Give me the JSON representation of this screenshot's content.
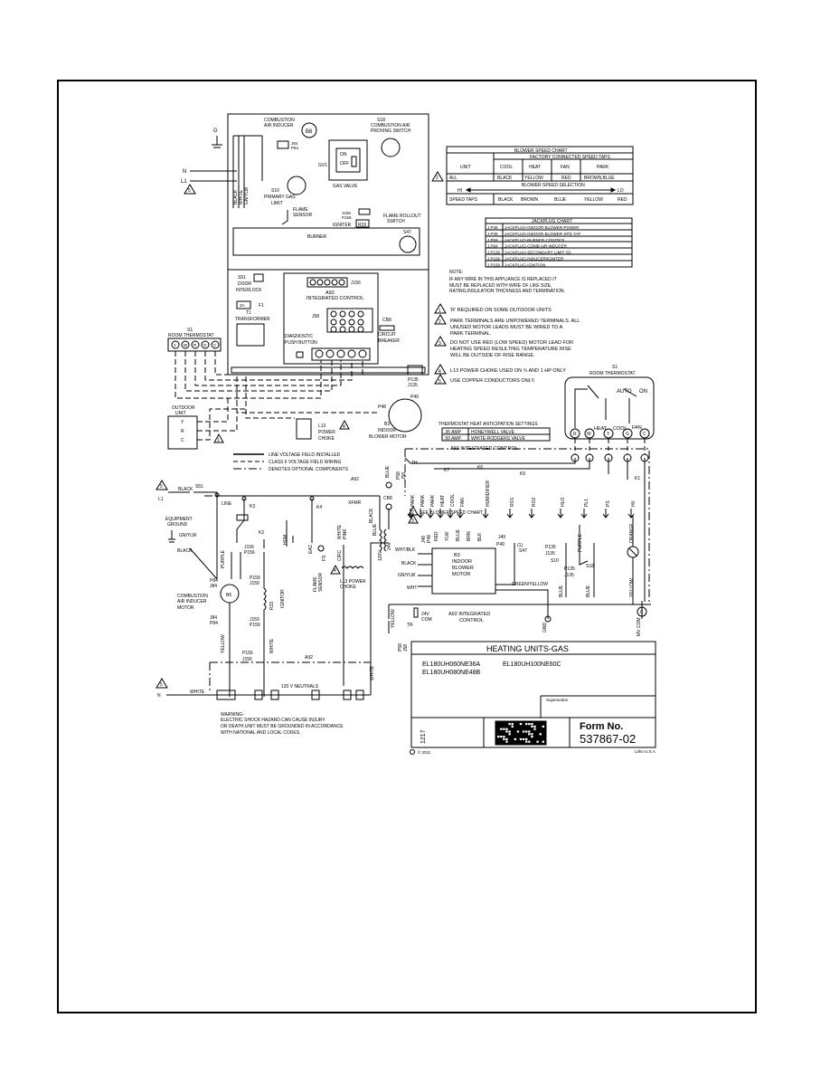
{
  "upper": {
    "ground": "G",
    "n": "N",
    "l1": "L1",
    "wire_labels": [
      "BLACK",
      "WHITE",
      "GN/YLW"
    ],
    "combustion_inducer": [
      "COMBUSTION",
      "AIR INDUCER"
    ],
    "b6": "B6",
    "j84": "J84",
    "p84": "P84",
    "s18": [
      "S18",
      "COMBUSTION AIR",
      "PROVING SWITCH"
    ],
    "gv1": "GV1",
    "on": "ON",
    "off": "OFF",
    "gas_valve": "GAS VALVE",
    "s10": [
      "S10",
      "PRIMARY GAS",
      "LIMIT"
    ],
    "j159": "J159",
    "p159": "P159",
    "flame_sensor": [
      "FLAME",
      "SENSOR"
    ],
    "ignitor": "IGNITER",
    "r33": "R33",
    "flame_rollout": [
      "FLAME ROLLOUT",
      "SWITCH"
    ],
    "burner": "BURNER",
    "s47": "S47",
    "s51": [
      "S51",
      "DOOR",
      "INTERLOCK"
    ],
    "t1_fuse": "3A",
    "f1": "F1",
    "t1": [
      "T1",
      "TRANSFORMER"
    ],
    "j156": "J156",
    "a92": [
      "A92",
      "INTEGRATED CONTROL"
    ],
    "j58": "J58",
    "diag": [
      "DIAGNOSTIC",
      "PUSH BUTTON"
    ],
    "cb8": [
      "CB8",
      "CIRCUIT",
      "BREAKER"
    ],
    "p135": "P135",
    "j135": "J135",
    "s1": [
      "S1",
      "ROOM THERMOSTAT"
    ],
    "s1_terms": [
      "Y",
      "W",
      "R",
      "G",
      "C"
    ],
    "outdoor_unit": [
      "OUTDOOR",
      "UNIT"
    ],
    "outdoor_terms": [
      "Y",
      "R",
      "C"
    ],
    "l13": [
      "L13",
      "POWER",
      "CHOKE"
    ],
    "p48": "P48",
    "p49": "P49",
    "b3": [
      "B3",
      "INDOOR",
      "BLOWER MOTOR"
    ]
  },
  "blower_chart": {
    "title": "BLOWER SPEED CHART",
    "subtitle": "FACTORY CONNECTED SPEED TAPS",
    "unit_col": "UNIT",
    "cols": [
      "COOL",
      "HEAT",
      "FAN",
      "PARK"
    ],
    "row_unit": "ALL",
    "row_vals": [
      "BLACK",
      "YELLOW",
      "RED",
      "BROWN,BLUE"
    ],
    "selection_title": "BLOWER SPEED SELECTION",
    "hi": "HI",
    "lo": "LO",
    "speed_taps": "SPEED TAPS",
    "speeds": [
      "BLACK",
      "BROWN",
      "BLUE",
      "YELLOW",
      "RED"
    ]
  },
  "jackplug_chart": {
    "title": "JACKPLUG CHART",
    "rows": [
      [
        "J.P48",
        "JACKPLUG-INDOOR BLOWER-POWER"
      ],
      [
        "J.P49",
        "JACKPLUG-INDOOR BLOWER-SPD TAP"
      ],
      [
        "J.P58",
        "JACKPLUG-BURNER CONTROL"
      ],
      [
        "J.P84",
        "JACKPLUG-COMB AIR INDUCER"
      ],
      [
        "J.P135",
        "JACKPLUG-SECONDARY LIMIT (S)"
      ],
      [
        "J.P156",
        "JACKPLUG-INDUCER/IGNITER"
      ],
      [
        "J.P159",
        "JACKPLUG-IGNITION"
      ]
    ]
  },
  "notes": {
    "note_title": "NOTE:",
    "note": [
      "IF ANY WIRE IN THIS APPLIANCE IS REPLACED IT",
      "MUST BE REPLACED WITH WIRE OF LIKE SIZE,",
      "RATING,INSULATION THICKNESS AND TERMINATION."
    ],
    "n1": [
      "'R' REQUIRED ON SOME OUTDOOR UNITS"
    ],
    "n2": [
      "PARK TERMINALS ARE UNPOWERED TERMINALS. ALL",
      "UNUSED MOTOR LEADS MUST BE WIRED TO A",
      "PARK TERMINAL."
    ],
    "n3": [
      "DO NOT USE RED (LOW SPEED) MOTOR LEAD FOR",
      "HEATING SPEED RESULTING TEMPERATURE RISE",
      "WILL BE OUTSIDE OF RISE RANGE."
    ],
    "n4": [
      "L13 POWER CHOKE USED ON ¾ AND 1 HP ONLY"
    ],
    "n5": [
      "USE COPPER CONDUCTORS ONLY."
    ],
    "nums": [
      "1",
      "2",
      "3",
      "4",
      "5"
    ]
  },
  "thermostat_right": {
    "s1": [
      "S1",
      "ROOM THERMOSTAT"
    ],
    "auto": "AUTO",
    "on": "ON",
    "heat": "HEAT",
    "cool": "COOL",
    "fan": "FAN",
    "terms": [
      "R",
      "W",
      "Y",
      "G",
      "C"
    ]
  },
  "anticipation": {
    "title": "THERMOSTAT HEAT ANTICIPATION SETTINGS",
    "rows": [
      [
        ".35 AMP",
        "HONEYWELL VALVE"
      ],
      [
        ".50 AMP",
        "WHITE-RODGERS VALVE"
      ]
    ]
  },
  "legend": {
    "line": "LINE VOLTAGE FIELD INSTALLED",
    "class2": "CLASS II VOLTAGE FIELD WIRING",
    "optional": "DENOTES OPTIONAL COMPONENTS"
  },
  "schematic": {
    "l1": "L1",
    "black": "BLACK",
    "s51": "S51",
    "line": "LINE",
    "k3": "K3",
    "k4": "K4",
    "k2": "K2",
    "a92": "A92",
    "a92_ic": "A92  INTEGRATED CONTROL",
    "xfmr": "XFMR",
    "cb8": "CB8",
    "equip_ground": [
      "EQUIPMENT",
      "GROUND"
    ],
    "gnylw": "GN/YLW",
    "hum": "HUM",
    "eac": "EAC",
    "fs": "FS",
    "circ": "CIRC",
    "combustion": [
      "COMBUSTION",
      "AIR INDUCER",
      "MOTOR"
    ],
    "b6": "B6",
    "p84j84": [
      "P84",
      "J84"
    ],
    "j156": "J156",
    "p156": "P156",
    "p159": "P159",
    "j159": "J159",
    "r33": "R33",
    "ignitor": "IGNITOR",
    "flame_sensor": [
      "FLAME",
      "SENSOR"
    ],
    "pink": "PINK",
    "white": "WHITE",
    "l13": [
      "L13 POWER",
      "CHOKE"
    ],
    "purple": "PURPLE",
    "yellow": "YELLOW",
    "v120": "120V",
    "v24": "24V",
    "blue": "BLUE",
    "th": "TH",
    "k7": "K7",
    "k6": "K6",
    "k5": "K5",
    "k1": "K1",
    "top_terms": [
      "PARK",
      "PARK",
      "PARK",
      "HEAT",
      "COOL",
      "FAN",
      "HUMIDIFIER",
      "RO1",
      "RO2",
      "HLO",
      "PL1",
      "PS",
      "HV"
    ],
    "see_chart": "SEE BLOWER SPEED CHART",
    "motor_leads": [
      "RED",
      "YLW",
      "BLUE",
      "BRN",
      "BLK"
    ],
    "brown": "BROWN",
    "wht_blk": "WHT/BLK",
    "black2": "BLACK",
    "gn_ylw": "GN/YLW",
    "wht": "WHT",
    "b3": [
      "B3",
      "INDOOR",
      "BLOWER",
      "MOTOR"
    ],
    "p48j48": [
      "J48",
      "P48"
    ],
    "p49": "P49",
    "j49": "J49",
    "s47": "S47",
    "p135j135": [
      "P135",
      "J135"
    ],
    "s10": "S10",
    "s18": "S18",
    "orange": "ORANGE",
    "green_yellow": "GREEN/YELLOW",
    "gnd": "GND",
    "mv_com": "MV COM",
    "com24": [
      "24V",
      "COM"
    ],
    "tr": "TR",
    "a92b": [
      "A92 INTEGRATED",
      "CONTROL"
    ],
    "p58j58": [
      "P58",
      "J58"
    ],
    "neutrals": "120 V NEUTRALS",
    "n": "N",
    "white2": "WHITE",
    "warning": [
      "WARNING-",
      "ELECTRIC SHOCK HAZARD.CAN CAUSE INJURY",
      "OR DEATH.UNIT MUST BE GROUNDED IN ACCORDANCE",
      "WITH NATIONAL AND LOCAL CODES."
    ]
  },
  "title_block": {
    "title": "HEATING UNITS-GAS",
    "models": [
      "EL180UH060NE36A",
      "EL180UH100NE60C",
      "EL180UH080NE48B"
    ],
    "supersedes": "Supersedes",
    "code": "1217",
    "form_label": "Form No.",
    "form_no": "537867-02",
    "copyright": "© 2011",
    "made_in": "Litho U.S.A."
  }
}
